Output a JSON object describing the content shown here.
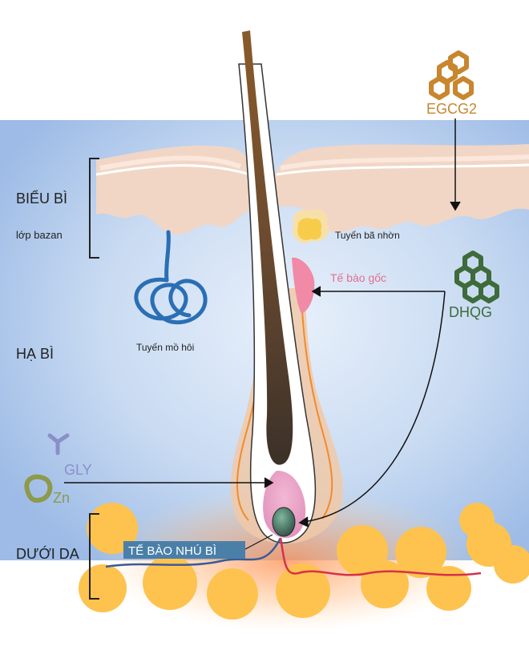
{
  "labels": {
    "epidermis": "BIỂU BÌ",
    "basal_layer": "lớp bazan",
    "dermis": "HẠ BÌ",
    "subcutis": "DƯỚI DA",
    "sweat_gland": "Tuyến mồ hôi",
    "sebaceous_gland": "Tuyến bã nhờn",
    "stem_cell": "Tế bào gốc",
    "dermal_papilla": "TẾ BÀO NHÚ BÌ"
  },
  "compounds": {
    "egcg2": "EGCG2",
    "dhqg": "DHQG",
    "gly": "GLY",
    "zn": "Zn"
  },
  "colors": {
    "egcg2": "#c8862e",
    "dhqg": "#3d6b3a",
    "gly": "#8a8fc8",
    "zn": "#8c9a4a",
    "stem_cell": "#e07090",
    "papilla_label_bg": "#4a7fa8",
    "sweat_gland": "#2a6fb5",
    "dermis_blue": "#a9c4e8",
    "skin": "#f1d6c6",
    "fat": "#fdc34e"
  }
}
